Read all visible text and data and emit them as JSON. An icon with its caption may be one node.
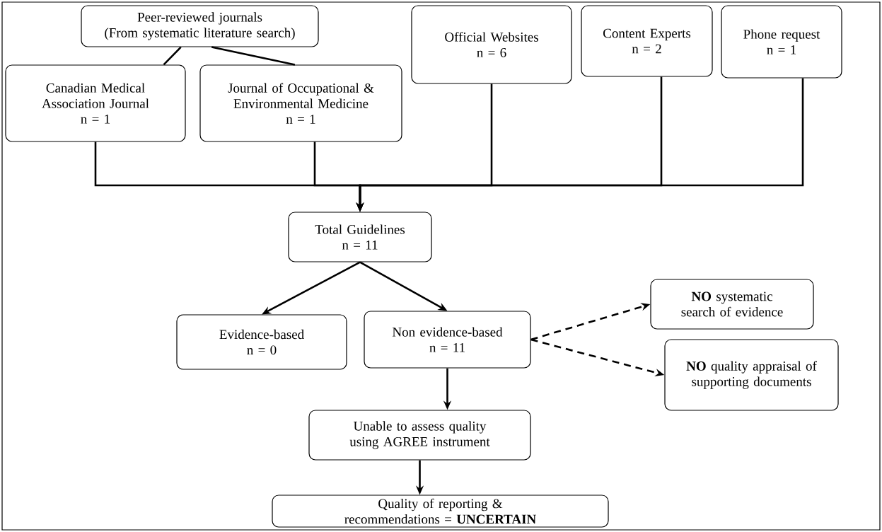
{
  "diagram": {
    "nodes": [
      {
        "text": [
          "Peer-reviewed journals",
          "(From systematic literature search)"
        ]
      },
      {
        "text": [
          "Canadian Medical Association Journal",
          "n = 1"
        ]
      },
      {
        "text": [
          "Journal of Occupational & Environmental Medicine",
          "n = 1"
        ]
      },
      {
        "text": [
          "Official Websites",
          "n = 6"
        ]
      },
      {
        "text": [
          "Content Experts",
          "n = 2"
        ]
      },
      {
        "text": [
          "Phone request",
          "n = 1"
        ]
      },
      {
        "text": [
          "Total Guidelines",
          "n = 11"
        ]
      },
      {
        "text": [
          "Evidence-based",
          "n = 0"
        ]
      },
      {
        "text": [
          "Non evidence-based",
          "n = 11"
        ]
      },
      {
        "text": [
          "**NO** systematic search of evidence"
        ]
      },
      {
        "text": [
          "**NO** quality appraisal of supporting documents"
        ]
      },
      {
        "text": [
          "Unable to assess quality using AGREE instrument"
        ]
      },
      {
        "text": [
          "Quality of reporting & recommendations = **UNCERTAIN**"
        ]
      }
    ],
    "edges": [
      {
        "from": 0,
        "to": 1,
        "arrow": "none"
      },
      {
        "from": 0,
        "to": 2,
        "arrow": "none"
      },
      {
        "from": 1,
        "to": 6,
        "arrow": "to"
      },
      {
        "from": 2,
        "to": 6,
        "arrow": "to"
      },
      {
        "from": 3,
        "to": 6,
        "arrow": "to"
      },
      {
        "from": 4,
        "to": 6,
        "arrow": "to"
      },
      {
        "from": 5,
        "to": 6,
        "arrow": "to"
      },
      {
        "from": 6,
        "to": 7,
        "arrow": "to"
      },
      {
        "from": 6,
        "to": 8,
        "arrow": "to"
      },
      {
        "from": 8,
        "to": 9,
        "arrow": "to",
        "style": "dashed"
      },
      {
        "from": 8,
        "to": 10,
        "arrow": "to",
        "style": "dashed"
      },
      {
        "from": 8,
        "to": 11,
        "arrow": "to"
      },
      {
        "from": 11,
        "to": 12,
        "arrow": "to"
      }
    ]
  }
}
